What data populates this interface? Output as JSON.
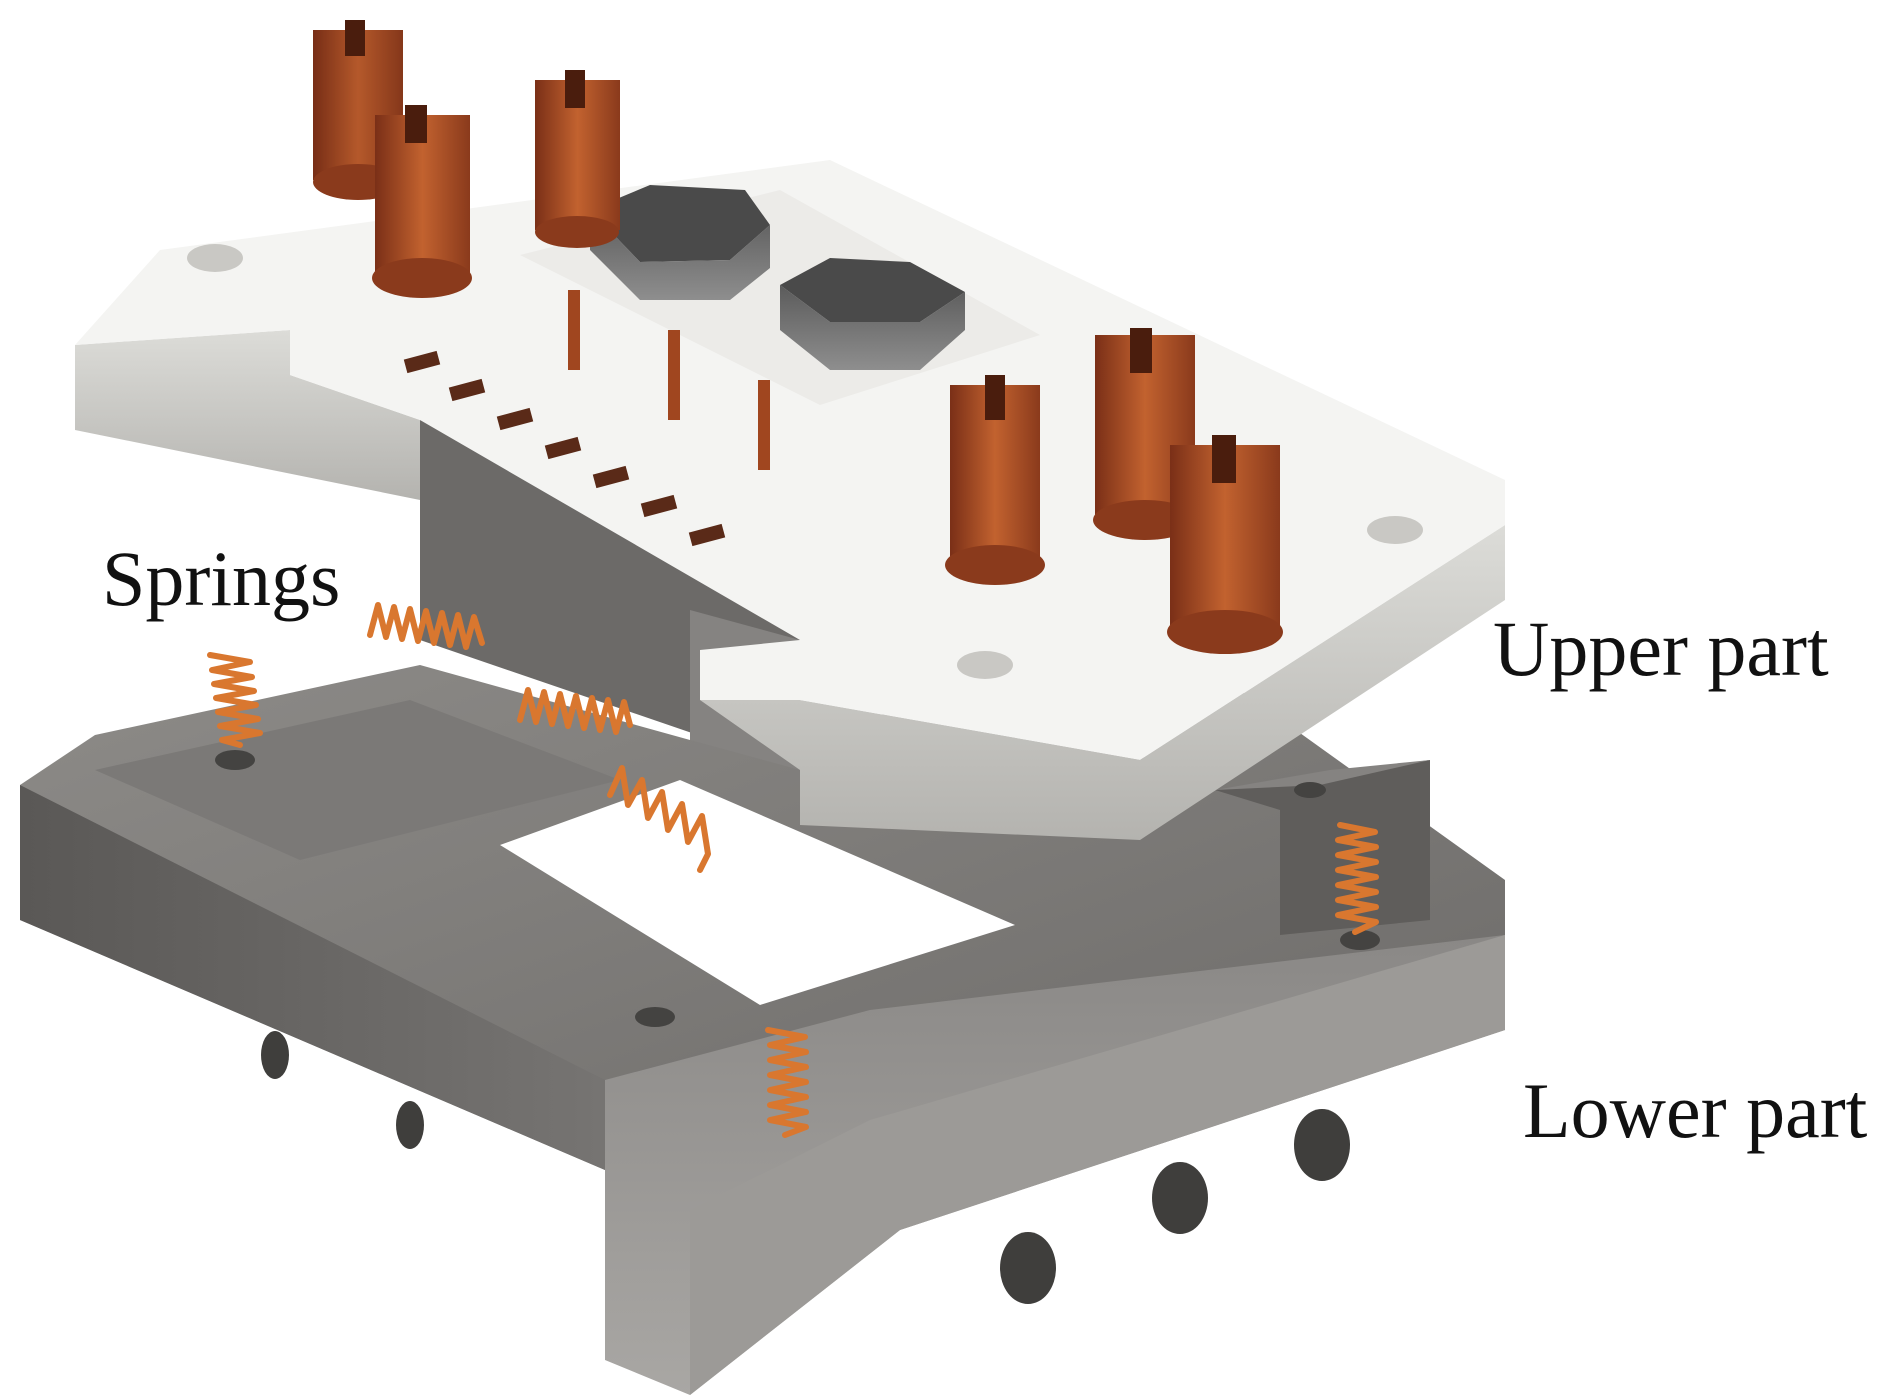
{
  "labels": {
    "springs": "Springs",
    "upper_part": "Upper part",
    "lower_part": "Lower part"
  },
  "colors": {
    "spring": "#d9772f",
    "copper": "#b4532a",
    "steel": "#6e6c6a",
    "board": "#f4f4f2"
  }
}
